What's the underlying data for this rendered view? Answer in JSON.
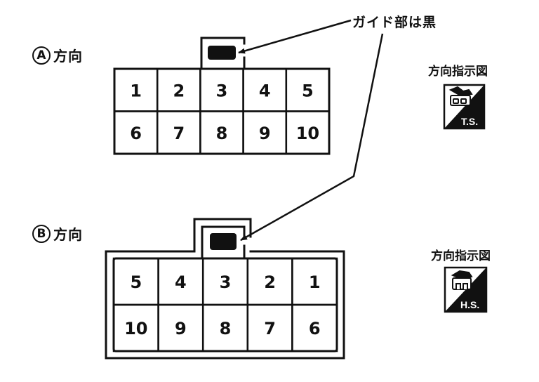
{
  "annotation": {
    "guide_note": "ガイド部は黒"
  },
  "view_a": {
    "marker": "A",
    "label": "方向",
    "rows": [
      [
        "1",
        "2",
        "3",
        "4",
        "5"
      ],
      [
        "6",
        "7",
        "8",
        "9",
        "10"
      ]
    ],
    "indicator": {
      "title": "方向指示図",
      "code": "T.S."
    }
  },
  "view_b": {
    "marker": "B",
    "label": "方向",
    "rows": [
      [
        "5",
        "4",
        "3",
        "2",
        "1"
      ],
      [
        "10",
        "9",
        "8",
        "7",
        "6"
      ]
    ],
    "indicator": {
      "title": "方向指示図",
      "code": "H.S."
    }
  },
  "colors": {
    "ink": "#111111",
    "paper": "#ffffff"
  }
}
